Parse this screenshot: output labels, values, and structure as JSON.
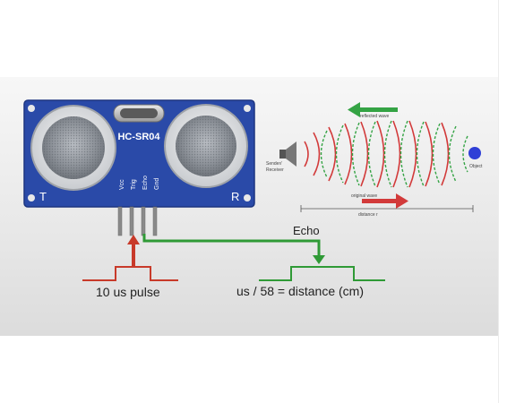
{
  "module": {
    "name": "HC-SR04",
    "left_label": "T",
    "right_label": "R",
    "pins": [
      "Vcc",
      "Trig",
      "Echo",
      "Gnd"
    ]
  },
  "signals": {
    "trigger_label": "10 us pulse",
    "echo_label": "Echo",
    "formula": "us / 58 = distance (cm)"
  },
  "wave_diagram": {
    "reflected_label": "reflected wave",
    "original_label": "original wave",
    "sender_label_1": "Sender/",
    "sender_label_2": "Receiver",
    "object_label": "Object",
    "distance_label": "distance r"
  },
  "colors": {
    "board": "#2a4aa8",
    "trigger": "#c83a2a",
    "echo": "#2f9a36",
    "object": "#2f3fd6"
  }
}
